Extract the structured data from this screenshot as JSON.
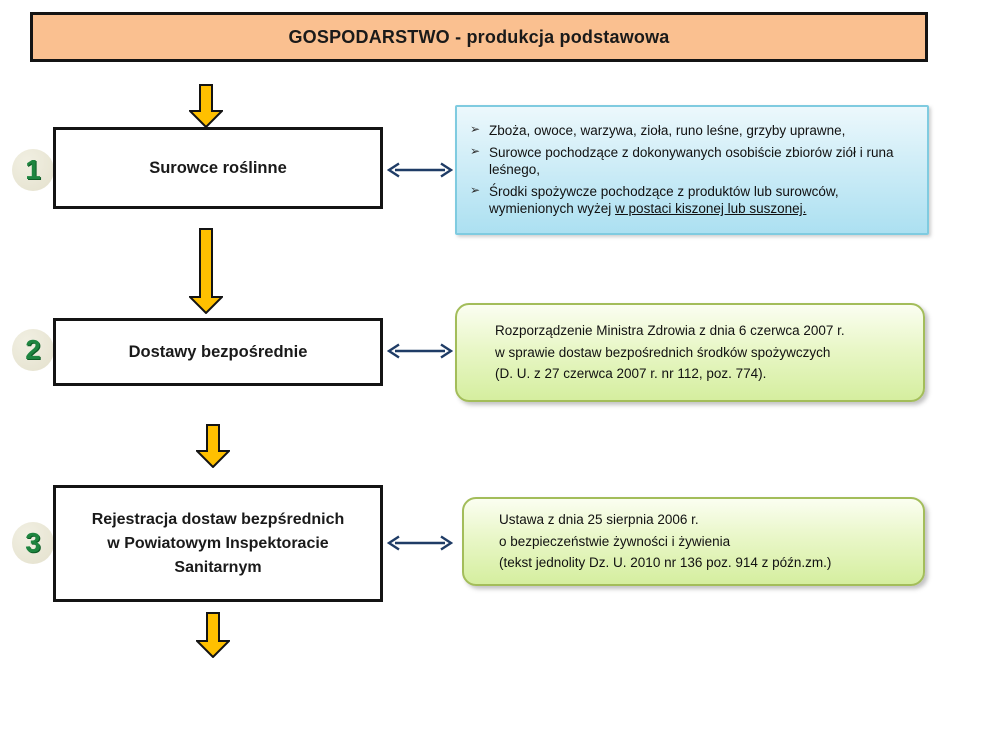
{
  "header": {
    "title": "GOSPODARSTWO - produkcja podstawowa"
  },
  "colors": {
    "header_fill": "#FAC090",
    "box_border": "#141414",
    "arrow_fill": "#FFC000",
    "connector_navy": "#1F3C66",
    "number_green": "#1E8540",
    "number_circle_fill": "#E8E5D4",
    "blue_box_border": "#7FCBE0",
    "blue_box_fill_top": "#ECF8FC",
    "blue_box_fill_bottom": "#ACE0F1",
    "green_box_border": "#A3BD5A",
    "green_box_fill_top": "#FBFEF1",
    "green_box_fill_bottom": "#D5EE9F"
  },
  "icons": {
    "down_arrow": "block-arrow-down",
    "double_arrow": "left-right-arrow",
    "bullet_glyph": "➢"
  },
  "steps": [
    {
      "number": "1",
      "label": "Surowce roślinne"
    },
    {
      "number": "2",
      "label": "Dostawy bezpośrednie"
    },
    {
      "number": "3",
      "label_lines": [
        "Rejestracja dostaw bezpśrednich",
        "w Powiatowym Inspektoracie",
        "Sanitarnym"
      ]
    }
  ],
  "blue_box": {
    "items": [
      {
        "text": "Zboża, owoce, warzywa, zioła, runo leśne, grzyby uprawne,",
        "underlined": ""
      },
      {
        "text": "Surowce pochodzące z dokonywanych osobiście zbiorów ziół i runa leśnego,",
        "underlined": ""
      },
      {
        "text": "Środki spożywcze pochodzące z produktów lub surowców, wymienionych wyżej ",
        "underlined": "w postaci kiszonej lub suszonej."
      }
    ]
  },
  "green_boxes": [
    {
      "lines": [
        "Rozporządzenie Ministra Zdrowia z dnia 6 czerwca 2007 r.",
        "w sprawie dostaw bezpośrednich środków spożywczych",
        "(D. U. z 27 czerwca 2007 r. nr 112, poz. 774)."
      ]
    },
    {
      "lines": [
        "Ustawa z dnia 25 sierpnia 2006 r.",
        "o bezpieczeństwie żywności i żywienia",
        "(tekst jednolity Dz. U. 2010 nr 136 poz. 914 z późn.zm.)"
      ]
    }
  ]
}
